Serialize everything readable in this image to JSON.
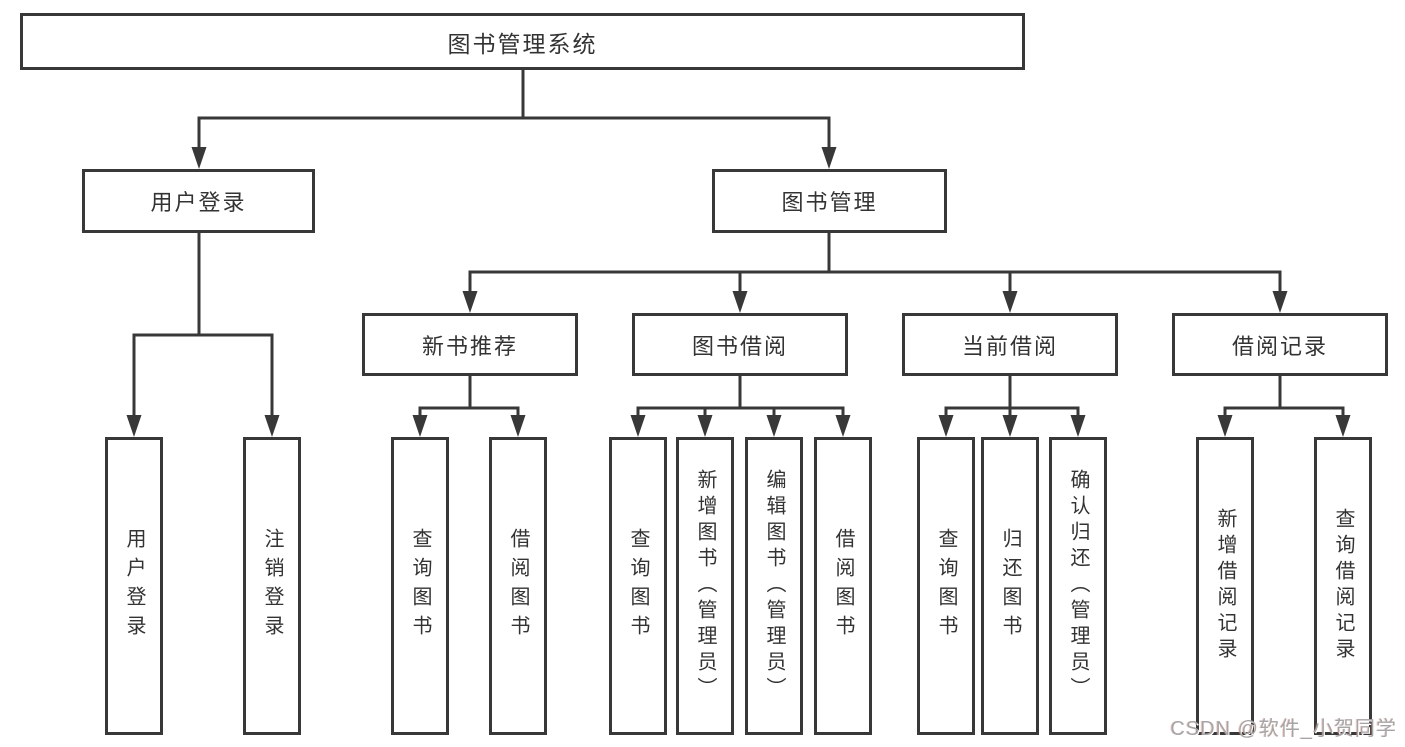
{
  "diagram": {
    "root": "图书管理系统",
    "branches": [
      {
        "label": "用户登录",
        "children": [
          "用户登录",
          "注销登录"
        ]
      },
      {
        "label": "图书管理",
        "groups": [
          {
            "label": "新书推荐",
            "children": [
              "查询图书",
              "借阅图书"
            ]
          },
          {
            "label": "图书借阅",
            "children": [
              "查询图书",
              "新增图书（管理员）",
              "编辑图书（管理员）",
              "借阅图书"
            ]
          },
          {
            "label": "当前借阅",
            "children": [
              "查询图书",
              "归还图书",
              "确认归还（管理员）"
            ]
          },
          {
            "label": "借阅记录",
            "children": [
              "新增借阅记录",
              "查询借阅记录"
            ]
          }
        ]
      }
    ]
  },
  "watermark": {
    "text": "CSDN @软件_小贺同学"
  },
  "colors": {
    "line": "#383838",
    "text": "#333333",
    "watermark": "#a5a5a5"
  }
}
